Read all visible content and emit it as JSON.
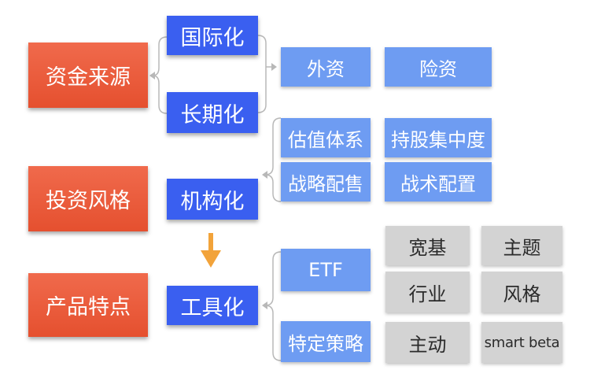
{
  "colors": {
    "category": "#e9583a",
    "trend": "#3a5ff0",
    "detail": "#6e9cf2",
    "product": "#d3d3d3",
    "arrow": "#f2a33a",
    "bracket": "#b8b8b8"
  },
  "categories": [
    "资金来源",
    "投资风格",
    "产品特点"
  ],
  "trends": [
    "国际化",
    "长期化",
    "机构化",
    "工具化"
  ],
  "details": {
    "funding": [
      "外资",
      "险资"
    ],
    "style": [
      "估值体系",
      "持股集中度",
      "战略配售",
      "战术配置"
    ],
    "tool": [
      "ETF",
      "特定策略"
    ]
  },
  "products": [
    "宽基",
    "主题",
    "行业",
    "风格",
    "主动",
    "smart beta"
  ],
  "icons": {
    "flow_arrow": "down-arrow-icon"
  }
}
